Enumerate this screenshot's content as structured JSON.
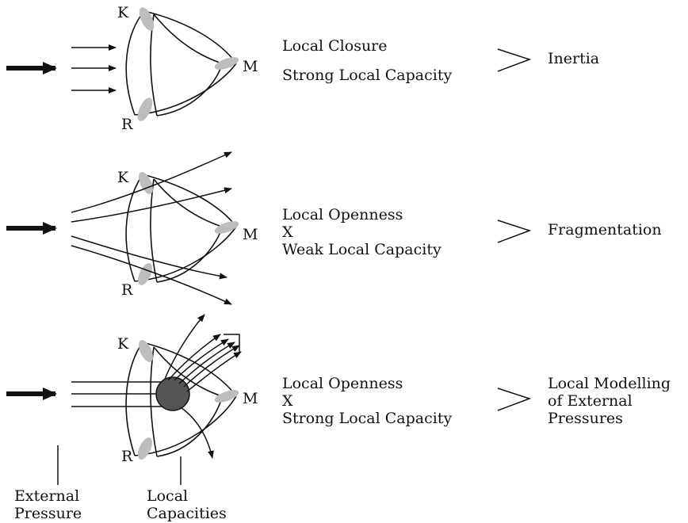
{
  "rows": [
    {
      "conditions": [
        "Local Closure",
        "Strong Local Capacity"
      ],
      "outcome": [
        "Inertia"
      ]
    },
    {
      "conditions": [
        "Local Openness",
        "X",
        "Weak Local Capacity"
      ],
      "outcome": [
        "Fragmentation"
      ]
    },
    {
      "conditions": [
        "Local Openness",
        "X",
        "Strong Local Capacity"
      ],
      "outcome": [
        "Local Modelling",
        "of External",
        "Pressures"
      ]
    }
  ],
  "node_labels": {
    "k": "K",
    "m": "M",
    "r": "R"
  },
  "captions": {
    "external_pressure": [
      "External",
      "Pressure"
    ],
    "local_capacities": [
      "Local",
      "Capacities"
    ]
  },
  "colors": {
    "ink": "#111111",
    "node_shade": "#bdbdbd",
    "core_fill": "#555555"
  }
}
